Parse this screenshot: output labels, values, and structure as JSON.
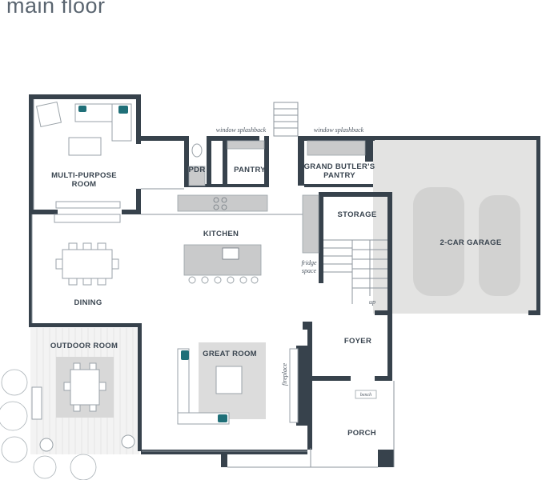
{
  "title": "main floor",
  "rooms": {
    "multi_purpose_line1": "MULTI-PURPOSE",
    "multi_purpose_line2": "ROOM",
    "pdr": "PDR",
    "pantry": "PANTRY",
    "grand_butlers_line1": "GRAND BUTLER'S",
    "grand_butlers_line2": "PANTRY",
    "storage": "STORAGE",
    "garage": "2-CAR GARAGE",
    "kitchen": "KITCHEN",
    "dining": "DINING",
    "outdoor_room": "OUTDOOR ROOM",
    "great_room": "GREAT ROOM",
    "foyer": "FOYER",
    "porch": "PORCH"
  },
  "notes": {
    "window_splashback_1": "window splashback",
    "window_splashback_2": "window splashback",
    "fridge_line1": "fridge",
    "fridge_line2": "space",
    "up": "up",
    "fireplace": "fireplace",
    "bench": "bench"
  },
  "colors": {
    "wall": "#37424c",
    "accent_teal": "#1f6f78",
    "garage_fill": "#e3e3e2",
    "rug_fill": "#dcdcdc"
  }
}
